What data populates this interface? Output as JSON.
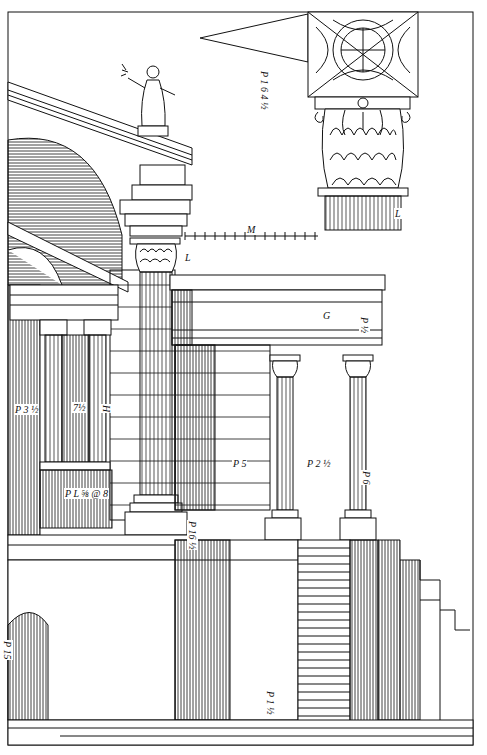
{
  "diagram": {
    "labels": [
      "L",
      "L",
      "M",
      "G",
      "H",
      "P 5",
      "P 2 ½",
      "P 16 ½",
      "P 1 6 4 ½",
      "P 3 ½",
      "7½",
      "P L ⅝ @ 8",
      "P 6",
      "P ½",
      "P 15",
      "P 1 ½"
    ]
  }
}
